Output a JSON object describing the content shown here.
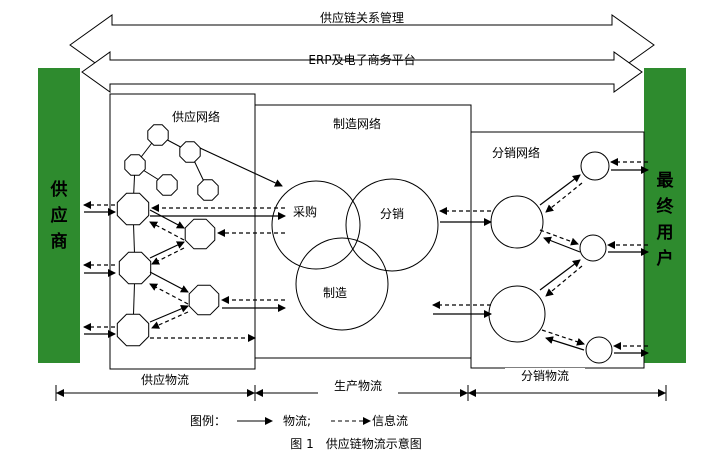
{
  "top_arrows": {
    "outer_label": "供应链关系管理",
    "inner_label": "ERP及电子商务平台"
  },
  "side_bars": {
    "left_label": "供应商",
    "right_label": "最终用户",
    "color": "#2e8b2e"
  },
  "boxes": {
    "supply_network": "供应网络",
    "manufacturing_network": "制造网络",
    "distribution_network": "分销网络"
  },
  "circles": {
    "procurement": "采购",
    "distribution": "分销",
    "manufacturing": "制造"
  },
  "flows": {
    "supply_logistics": "供应物流",
    "production_logistics": "生产物流",
    "distribution_logistics": "分销物流"
  },
  "legend": {
    "prefix": "图例：",
    "material_flow": "物流;",
    "info_flow": "信息流"
  },
  "caption": "图 1　供应链物流示意图"
}
